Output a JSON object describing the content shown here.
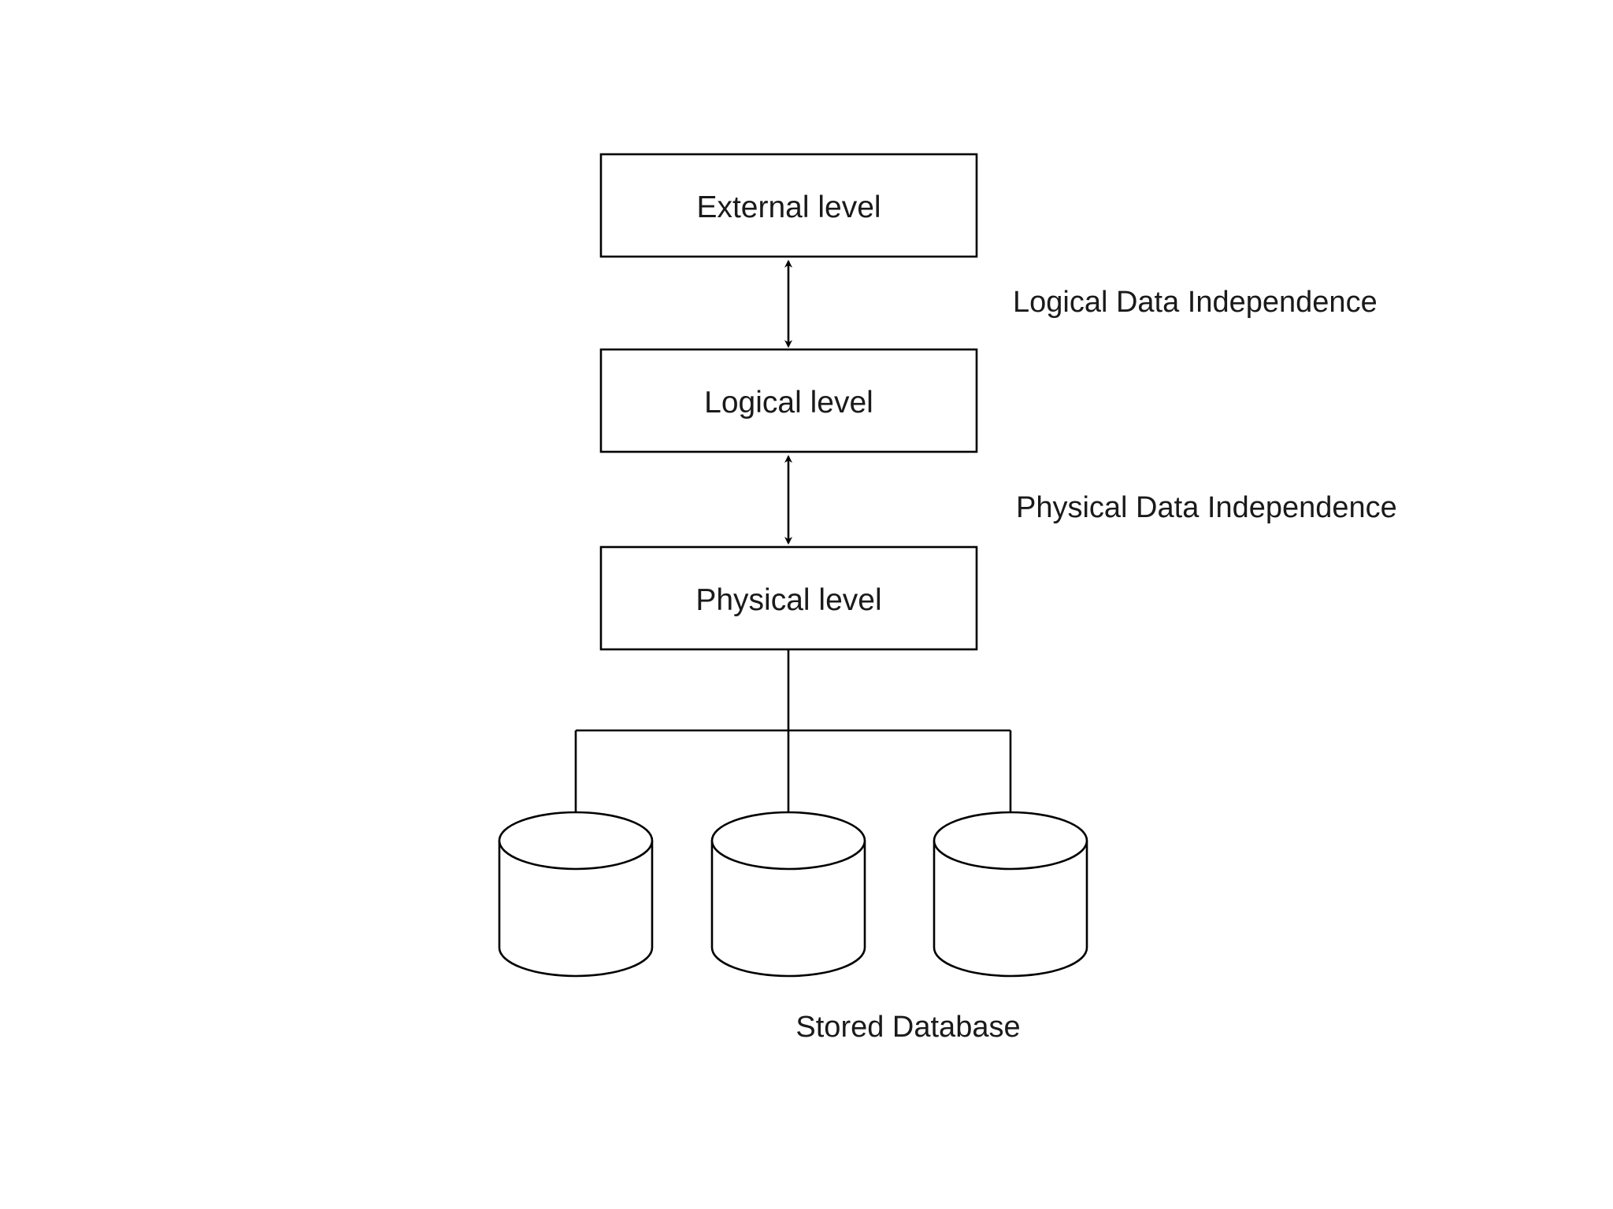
{
  "diagram": {
    "levels": {
      "external": "External level",
      "logical": "Logical level",
      "physical": "Physical level"
    },
    "independence": {
      "logical": "Logical Data Independence",
      "physical": "Physical Data Independence"
    },
    "storage": {
      "label": "Stored Database",
      "database_count": 3
    }
  }
}
